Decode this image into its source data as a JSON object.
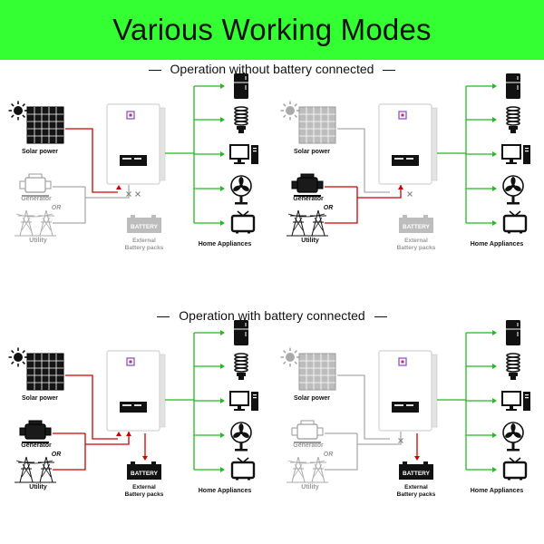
{
  "title": "Various Working Modes",
  "sections": [
    {
      "heading": "Operation without battery connected"
    },
    {
      "heading": "Operation with battery connected"
    }
  ],
  "labels": {
    "solar": "Solar power",
    "generator": "Generator",
    "or": "OR",
    "utility": "Utility",
    "battery": "BATTERY",
    "external_line1": "External",
    "external_line2": "Battery packs",
    "home": "Home Appliances"
  },
  "colors": {
    "banner": "#33ff33",
    "active_line": "#cc0000",
    "output_line": "#22bb22",
    "inactive_line": "#aaaaaa"
  },
  "panels": [
    {
      "name": "panel-no-battery-solar",
      "solar_active": true,
      "source_active": false,
      "battery_active": false
    },
    {
      "name": "panel-no-battery-utility",
      "solar_active": false,
      "source_active": true,
      "battery_active": false
    },
    {
      "name": "panel-battery-solar",
      "solar_active": true,
      "source_active": true,
      "battery_active": true
    },
    {
      "name": "panel-battery-utility",
      "solar_active": false,
      "source_active": false,
      "battery_active": true
    }
  ]
}
